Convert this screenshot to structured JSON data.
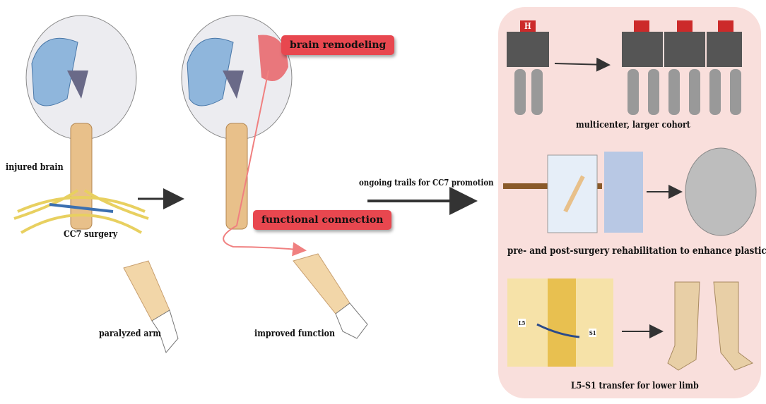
{
  "labels": {
    "injured_brain": "injured brain",
    "cc7_surgery": "CC7 surgery",
    "paralyzed_arm": "paralyzed arm",
    "brain_remodeling": "brain remodeling",
    "functional_connection": "functional connection",
    "improved_function": "improved function",
    "ongoing_trails": "ongoing trails for CC7 promotion",
    "multicenter": "multicenter, larger cohort",
    "rehabilitation": "pre- and post-surgery rehabilitation to enhance plasticity",
    "lower_limb": "L5-S1 transfer for lower limb",
    "l5": "L5",
    "s1": "S1",
    "hospital_letter": "H"
  },
  "colors": {
    "panel_bg": "#f9dfdc",
    "tag_red": "#e8474f",
    "arrow": "#333333"
  }
}
